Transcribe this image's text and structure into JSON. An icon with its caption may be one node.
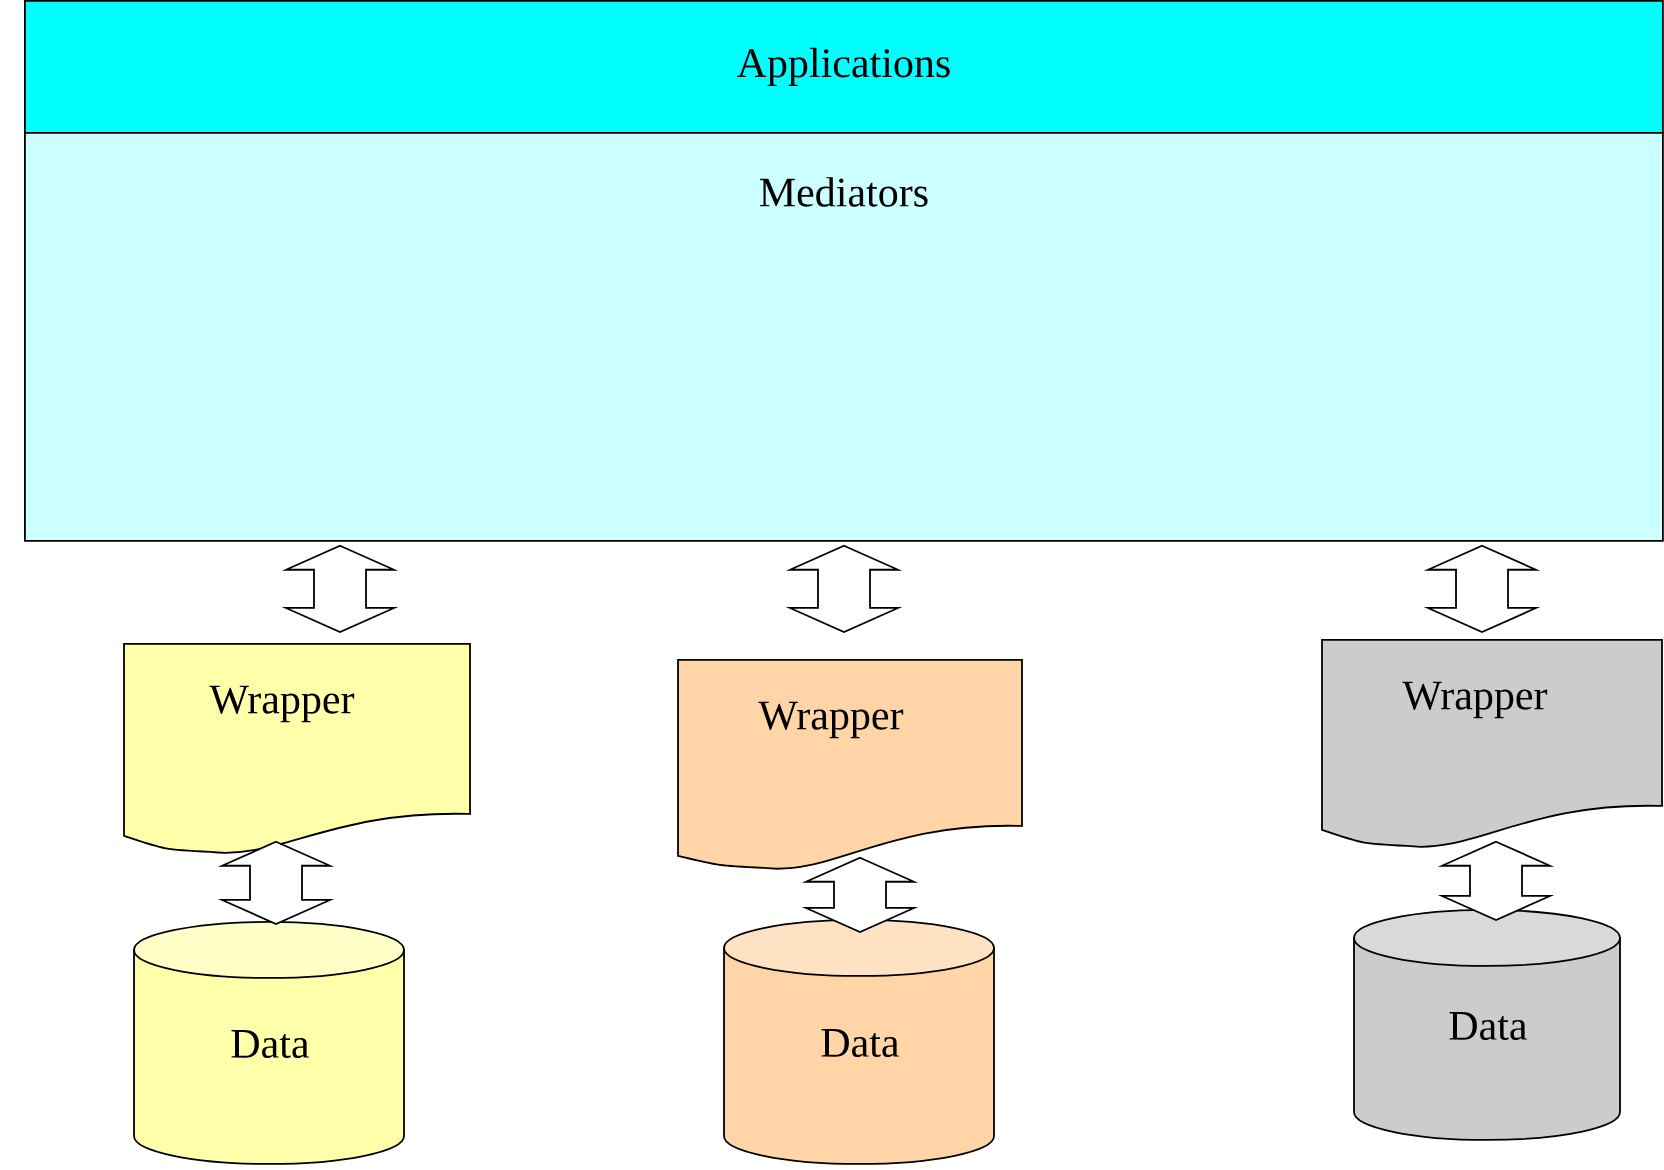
{
  "diagram": {
    "nodes": [
      {
        "text": [
          "Applications"
        ]
      },
      {
        "text": [
          "Mediators"
        ]
      },
      {
        "text": [
          "Wrapper"
        ]
      },
      {
        "text": [
          "Wrapper"
        ]
      },
      {
        "text": [
          "Wrapper"
        ]
      },
      {
        "text": [
          "Data"
        ]
      },
      {
        "text": [
          "Data"
        ]
      },
      {
        "text": [
          "Data"
        ]
      }
    ],
    "edges": [
      {
        "from": 1,
        "to": 2,
        "arrow": "both"
      },
      {
        "from": 1,
        "to": 3,
        "arrow": "both"
      },
      {
        "from": 1,
        "to": 4,
        "arrow": "both"
      },
      {
        "from": 2,
        "to": 5,
        "arrow": "both"
      },
      {
        "from": 3,
        "to": 6,
        "arrow": "both"
      },
      {
        "from": 4,
        "to": 7,
        "arrow": "both"
      }
    ]
  }
}
